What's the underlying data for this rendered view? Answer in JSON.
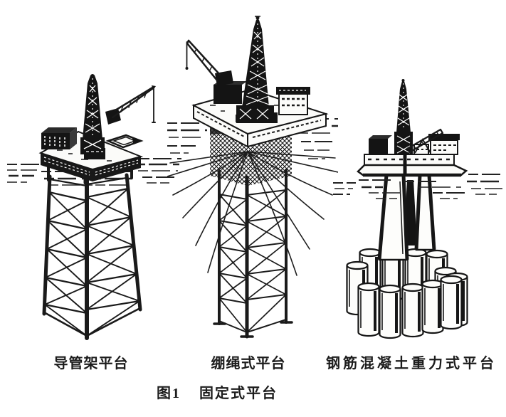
{
  "figure": {
    "caption": {
      "index": "图1",
      "title": "固定式平台"
    },
    "platforms": [
      {
        "label": "导管架平台"
      },
      {
        "label": "绷绳式平台"
      },
      {
        "label": "钢筋混凝土重力式平台"
      }
    ]
  },
  "style": {
    "ink_color": "#1a1a1a",
    "paper_color": "#ffffff"
  }
}
